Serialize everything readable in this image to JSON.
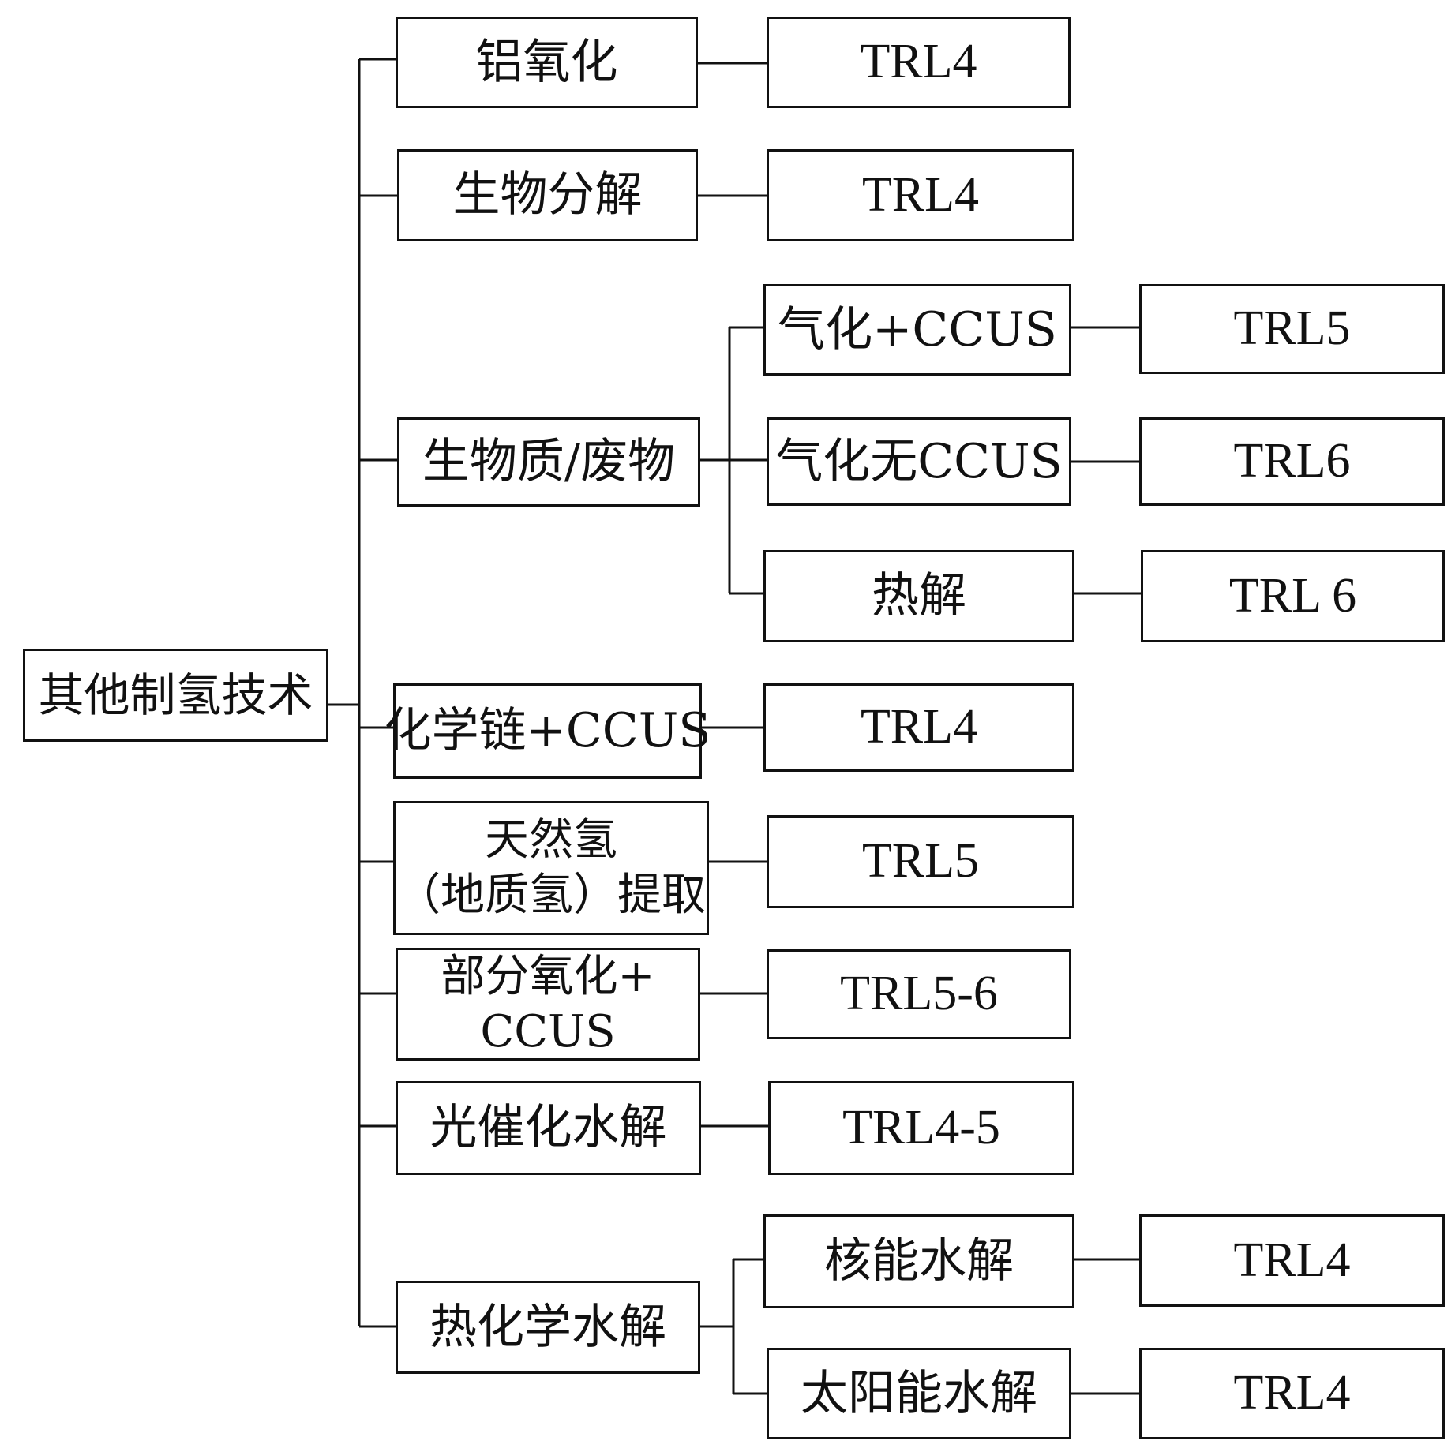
{
  "root": {
    "label": "其他制氢技术"
  },
  "branches": [
    {
      "label": "铝氧化",
      "trl": "TRL4"
    },
    {
      "label": "生物分解",
      "trl": "TRL4"
    },
    {
      "label": "生物质/废物",
      "children": [
        {
          "label": "气化+CCUS",
          "trl": "TRL5"
        },
        {
          "label": "气化无CCUS",
          "trl": "TRL6"
        },
        {
          "label": "热解",
          "trl": "TRL 6"
        }
      ]
    },
    {
      "label": "化学链+CCUS",
      "trl": "TRL4"
    },
    {
      "label_lines": [
        "天然氢",
        "（地质氢）提取"
      ],
      "trl": "TRL5"
    },
    {
      "label_lines": [
        "部分氧化+",
        "CCUS"
      ],
      "trl": "TRL5-6"
    },
    {
      "label": "光催化水解",
      "trl": "TRL4-5"
    },
    {
      "label": "热化学水解",
      "children": [
        {
          "label": "核能水解",
          "trl": "TRL4"
        },
        {
          "label": "太阳能水解",
          "trl": "TRL4"
        }
      ]
    }
  ]
}
